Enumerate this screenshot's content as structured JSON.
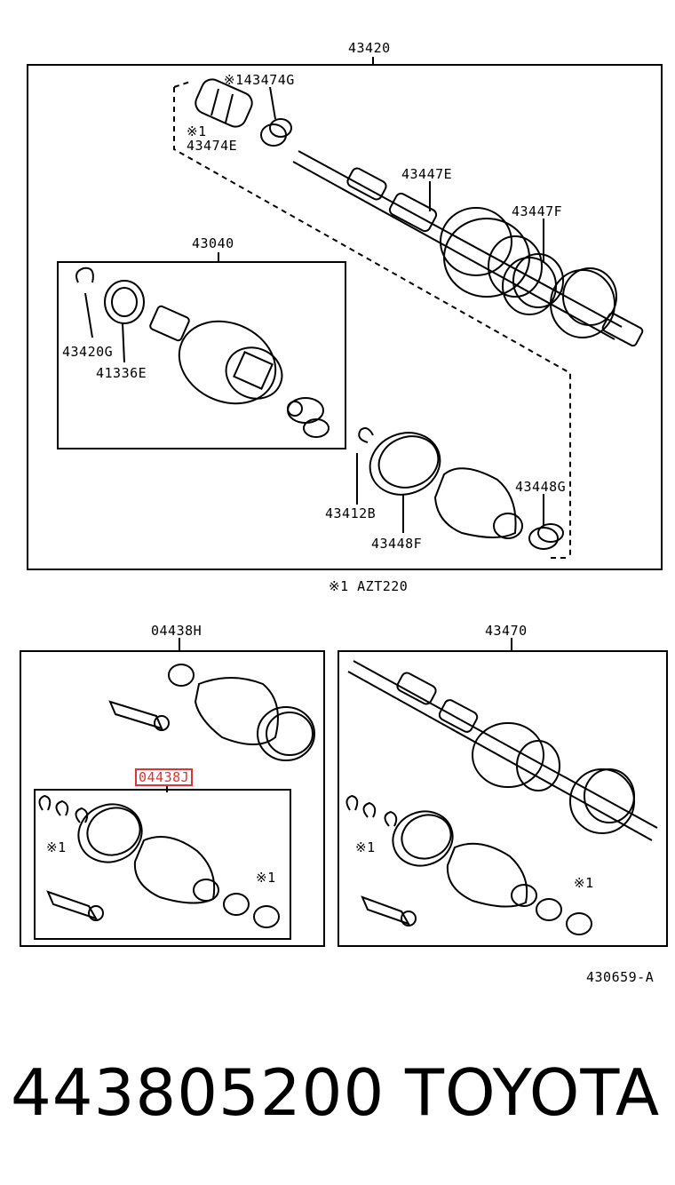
{
  "top": {
    "assembly": "43420",
    "p43474G": "※143474G",
    "note1": "※1",
    "p43474E": "43474E",
    "p43447E": "43447E",
    "p43447F": "43447F",
    "p43040": "43040",
    "p43420G": "43420G",
    "p41336E": "41336E",
    "p43412B": "43412B",
    "p43448F": "43448F",
    "p43448G": "43448G",
    "footnote": "※1  AZT220"
  },
  "bottom_left": {
    "assembly": "04438H",
    "kit": "04438J",
    "note_a": "※1",
    "note_b": "※1"
  },
  "bottom_right": {
    "assembly": "43470",
    "note_a": "※1",
    "note_b": "※1"
  },
  "diagram_code": "430659-A",
  "footer": {
    "part_number": "443805200",
    "brand": "TOYOTA"
  }
}
